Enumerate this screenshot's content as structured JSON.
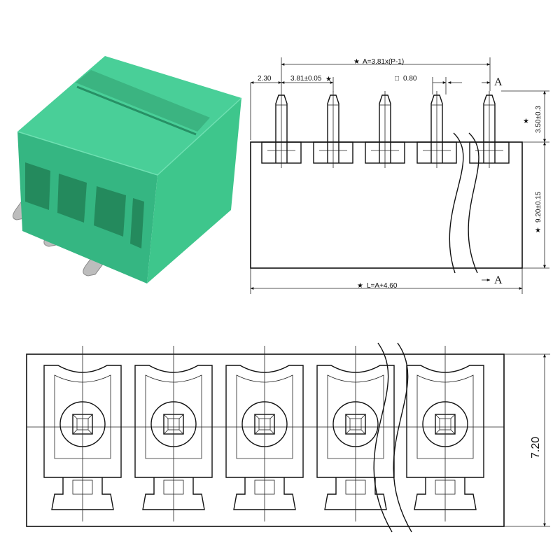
{
  "photo": {
    "name": "green pluggable terminal block, 3 pins",
    "body_color": "#3dbf8a",
    "body_shade": "#2e9d6f",
    "pin_color": "#c9c9c9"
  },
  "side_view": {
    "dims": {
      "total_pitch": "A=3.81x(P-1)",
      "edge_offset": "2.30",
      "pitch": "3.81±0.05",
      "pin_square": "0.80",
      "pin_height": "3.50±0.3",
      "body_height": "9.20±0.15",
      "length": "L=A+4.60"
    },
    "section_label": "A",
    "star": "★",
    "square_symbol": "□"
  },
  "top_view": {
    "dims": {
      "height": "7.20"
    },
    "positions": 5
  }
}
